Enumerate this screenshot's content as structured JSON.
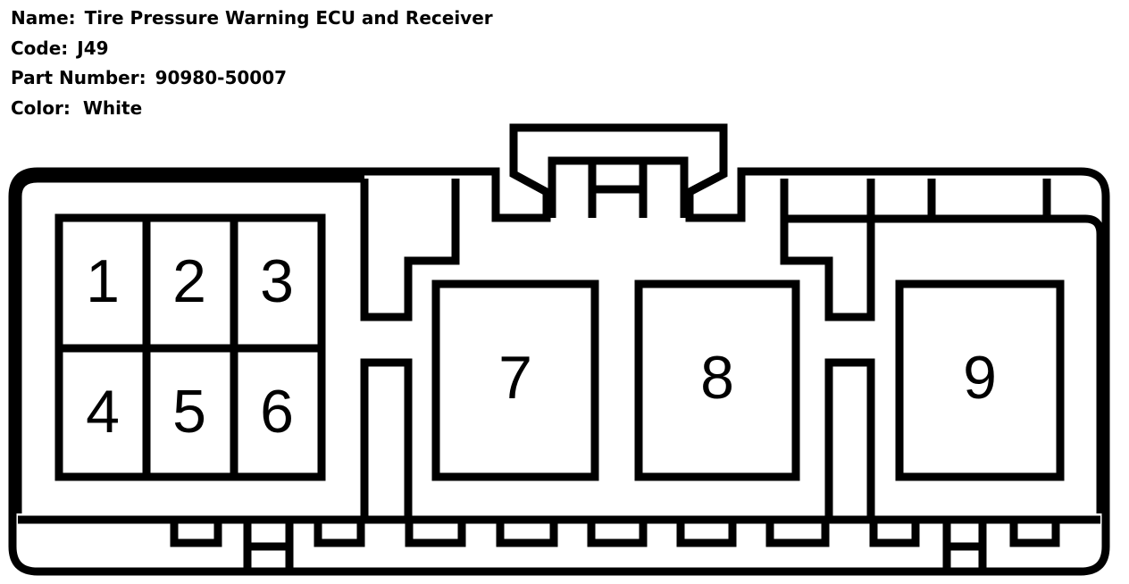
{
  "info": {
    "name_label": "Name:",
    "name_value": "Tire Pressure Warning ECU and Receiver",
    "code_label": "Code:",
    "code_value": "J49",
    "part_label": "Part Number:",
    "part_value": "90980-50007",
    "color_label": "Color:",
    "color_value": "White"
  },
  "pins": {
    "p1": "1",
    "p2": "2",
    "p3": "3",
    "p4": "4",
    "p5": "5",
    "p6": "6",
    "p7": "7",
    "p8": "8",
    "p9": "9"
  },
  "colors": {
    "line": "#000000",
    "background": "#ffffff"
  }
}
